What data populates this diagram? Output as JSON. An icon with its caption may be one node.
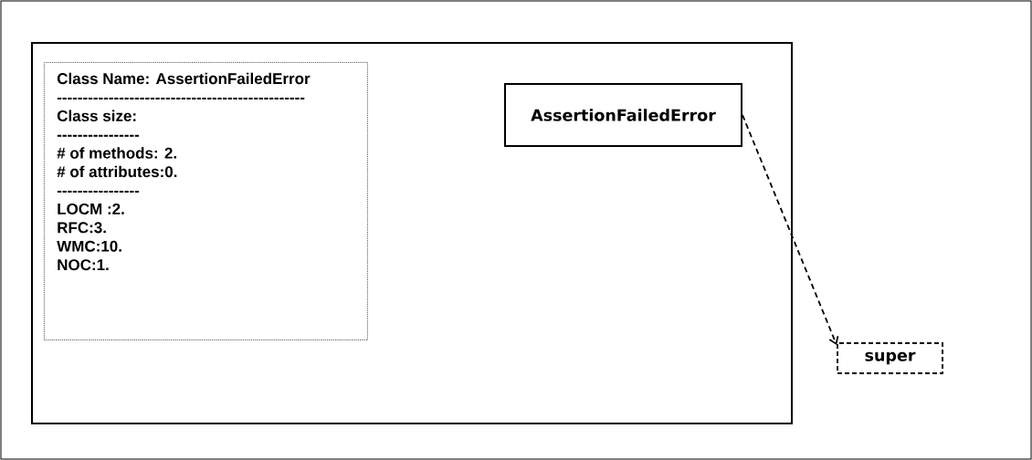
{
  "diagram": {
    "nodes": [
      {
        "text": [],
        "shape": "box"
      },
      {
        "text": [
          "Class Name:  AssertionFailedError",
          "------------------------------------------------",
          "Class size:",
          "----------------",
          "# of methods: 2.",
          "# of attributes:0.",
          "----------------",
          "LOCM :2.",
          "RFC:3.",
          "WMC:10.",
          "NOC:1."
        ],
        "in": 0
      },
      {
        "text": [
          "AssertionFailedError"
        ],
        "in": 0
      },
      {
        "text": [
          "super"
        ]
      }
    ],
    "edges": [
      {
        "from": 2,
        "to": 3,
        "arrow": "to",
        "style": "dashed"
      }
    ]
  }
}
